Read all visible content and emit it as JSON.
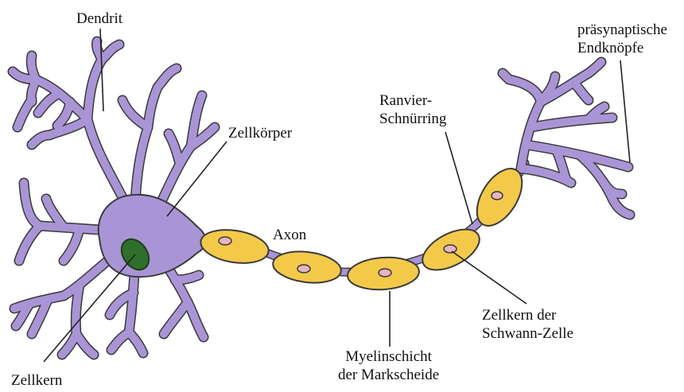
{
  "colors": {
    "neuron_fill": "#a995d6",
    "neuron_stroke": "#3a3a3a",
    "myelin_fill": "#f3c94a",
    "schwann_nucleus": "#e9b3bf",
    "cell_nucleus": "#2f6f2a",
    "leader_line": "#222222"
  },
  "labels": {
    "dendrit": "Dendrit",
    "zellkoerper": "Zellkörper",
    "axon": "Axon",
    "ranvier_1": "Ranvier-",
    "ranvier_2": "Schnürring",
    "endknoepfe_1": "präsynaptische",
    "endknoepfe_2": "Endknöpfe",
    "schwann_1": "Zellkern der",
    "schwann_2": "Schwann-Zelle",
    "myelin_1": "Myelinschicht",
    "myelin_2": "der Markscheide",
    "zellkern": "Zellkern"
  }
}
